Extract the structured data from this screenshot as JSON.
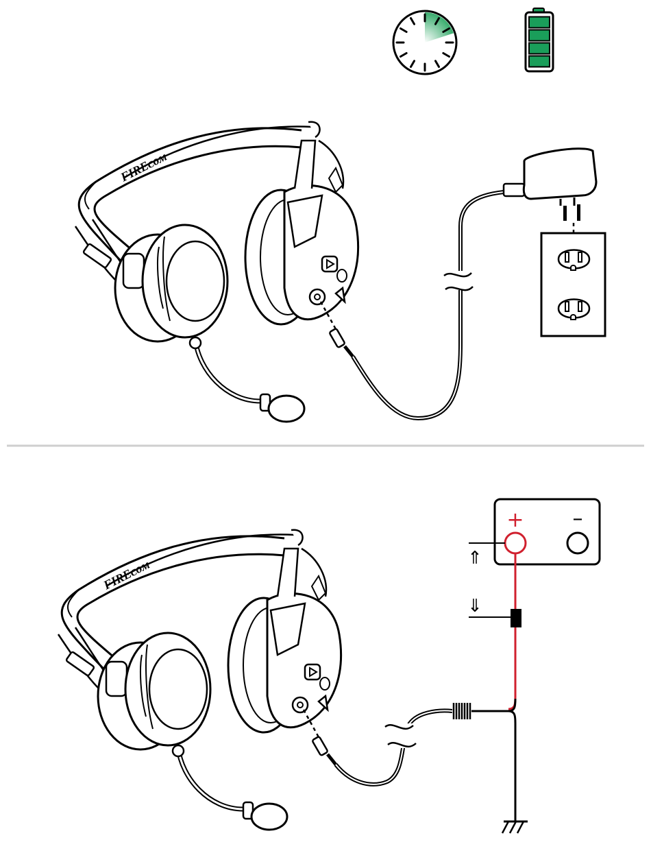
{
  "charge_status": {
    "timer_icon": "clock-timer-icon",
    "timer_elapsed_fraction": 0.2,
    "battery_icon": "battery-full-icon",
    "battery_level_fraction": 1.0,
    "battery_bars": 4
  },
  "panel_ac": {
    "headset_brand": "FIREᴄᴏᴍ",
    "adapter_icon": "wall-adapter-icon",
    "outlet_icon": "wall-outlet-icon"
  },
  "panel_dc": {
    "headset_brand": "FIREᴄᴏᴍ",
    "battery_terminal_positive": "+",
    "battery_terminal_negative": "–",
    "arrow_up": "⇑",
    "arrow_down": "⇓",
    "ground_icon": "ground-symbol-icon"
  },
  "colors": {
    "line": "#000000",
    "battery_green": "#1a9e5a",
    "clock_fill": "#2fa866",
    "positive_wire": "#d0202e",
    "divider": "#cfcfcf"
  }
}
